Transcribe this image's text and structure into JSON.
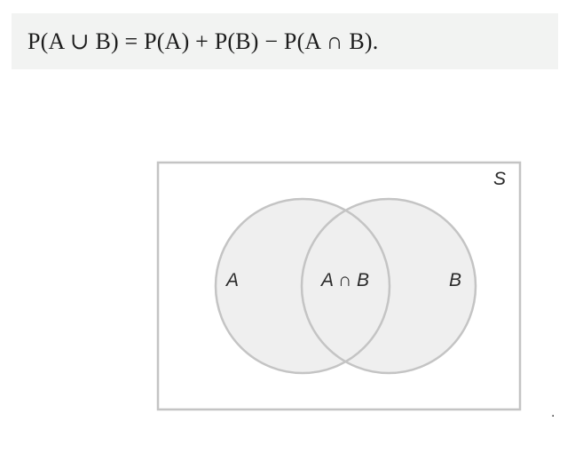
{
  "formula": {
    "text": "P(A ∪ B) = P(A) + P(B) − P(A ∩ B)."
  },
  "venn": {
    "universe_label": "S",
    "set_a_label": "A",
    "set_b_label": "B",
    "intersection_label": "A ∩ B"
  },
  "trailing_mark": ".",
  "colors": {
    "formula_background": "#f2f3f2",
    "region_fill": "#efefef",
    "outline": "#c4c4c4",
    "text": "#2a2a2a"
  }
}
